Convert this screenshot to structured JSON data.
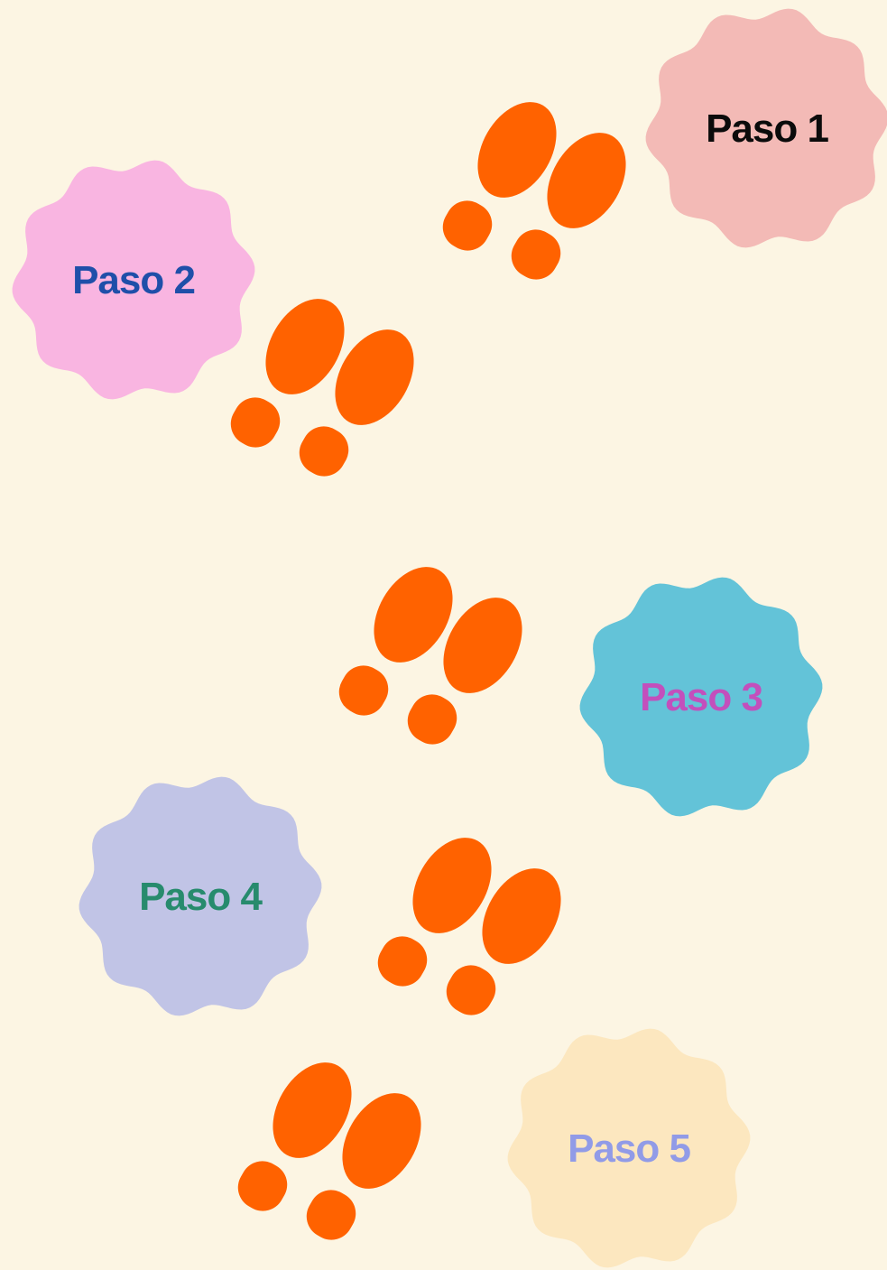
{
  "steps": [
    {
      "label": "Paso 1",
      "fill": "#F3BAB6",
      "text_color": "#0B0B0B"
    },
    {
      "label": "Paso 2",
      "fill": "#F9B5E1",
      "text_color": "#1F4FA9"
    },
    {
      "label": "Paso 3",
      "fill": "#63C3D8",
      "text_color": "#C34FBC"
    },
    {
      "label": "Paso 4",
      "fill": "#C1C4E6",
      "text_color": "#278B6D"
    },
    {
      "label": "Paso 5",
      "fill": "#FCE7BF",
      "text_color": "#919BE7"
    }
  ],
  "footprint_color": "#FF6200",
  "footprint_icon": "footprints-icon"
}
